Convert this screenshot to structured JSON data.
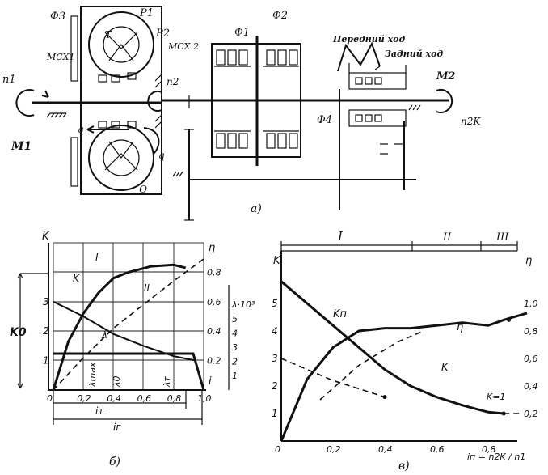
{
  "scheme": {
    "caption": "а)",
    "labels": {
      "f3": "Ф3",
      "p1": "Р1",
      "p2": "Р2",
      "t": "Т",
      "q": "Q",
      "mcx1": "МСХ1",
      "mcx2": "МСХ 2",
      "n1": "n1",
      "m1": "M1",
      "n2": "n2",
      "phi1": "Ф1",
      "phi2": "Ф2",
      "phi4": "Ф4",
      "q_left": "q",
      "q_right": "q",
      "forward": "Передний ход",
      "reverse": "Задний ход",
      "m2": "M2",
      "n2k": "n2K"
    }
  },
  "chart_data": [
    {
      "type": "line",
      "caption": "б)",
      "xlabel": "i",
      "ylabel_left": "K",
      "ylabel_left_sub": "K0",
      "ylabel_right": "η",
      "ylabel_lambda": "λ·10³",
      "x_ticks": [
        "0",
        "0,2",
        "0,4",
        "0,6",
        "0,8",
        "1,0"
      ],
      "k_ticks": [
        "1",
        "2",
        "3"
      ],
      "eta_ticks": [
        "0,2",
        "0,4",
        "0,6",
        "0,8"
      ],
      "lambda_ticks": [
        "1",
        "2",
        "3",
        "4",
        "5"
      ],
      "dim_labels": [
        "iт",
        "iг",
        "λmax",
        "λ0",
        "λт"
      ],
      "series": [
        {
          "name": "K",
          "style": "solid",
          "x": [
            0,
            0.2,
            0.4,
            0.6,
            0.8,
            0.95
          ],
          "y": [
            3.0,
            2.5,
            1.9,
            1.5,
            1.15,
            1.0
          ]
        },
        {
          "name": "I",
          "style": "solid",
          "x": [
            0,
            0.1,
            0.2,
            0.3,
            0.4,
            0.5,
            0.65,
            0.8,
            0.88
          ],
          "y": [
            0,
            0.33,
            0.52,
            0.66,
            0.76,
            0.8,
            0.84,
            0.85,
            0.83
          ]
        },
        {
          "name": "II",
          "style": "dashed",
          "x": [
            0,
            0.2,
            0.4,
            0.6,
            0.8,
            1.0
          ],
          "y": [
            0,
            0.22,
            0.42,
            0.58,
            0.74,
            0.89
          ]
        },
        {
          "name": "λ",
          "style": "solid",
          "x": [
            0,
            0.2,
            0.4,
            0.6,
            0.8,
            0.93,
            1.0
          ],
          "y": [
            1.0,
            1.0,
            0.95,
            0.9,
            0.82,
            0.6,
            0
          ]
        }
      ]
    },
    {
      "type": "line",
      "caption": "в)",
      "regions": [
        "I",
        "II",
        "III"
      ],
      "xlabel": "iп = n2K / n1",
      "ylabel_left": "K",
      "ylabel_right": "η",
      "x_ticks": [
        "0",
        "0,2",
        "0,4",
        "0,6",
        "0,8"
      ],
      "k_ticks": [
        "1",
        "2",
        "3",
        "4",
        "5"
      ],
      "eta_ticks": [
        "0,2",
        "0,4",
        "0,6",
        "0,8",
        "1,0"
      ],
      "annotation": "K=1",
      "series": [
        {
          "name": "Kп",
          "style": "solid",
          "x": [
            0,
            0.1,
            0.2,
            0.3,
            0.4,
            0.5,
            0.6,
            0.7,
            0.8,
            0.86
          ],
          "y": [
            5.8,
            5.0,
            4.2,
            3.4,
            2.6,
            2.0,
            1.6,
            1.3,
            1.05,
            1.0
          ]
        },
        {
          "name": "K",
          "style": "dashed",
          "x": [
            0,
            0.1,
            0.2,
            0.3,
            0.4
          ],
          "y": [
            3.0,
            2.6,
            2.2,
            1.9,
            1.6
          ]
        },
        {
          "name": "η",
          "style": "solid",
          "x": [
            0,
            0.1,
            0.2,
            0.3,
            0.4,
            0.5,
            0.6,
            0.7,
            0.8,
            0.86,
            0.95
          ],
          "y": [
            0,
            0.45,
            0.68,
            0.8,
            0.82,
            0.82,
            0.84,
            0.86,
            0.84,
            0.88,
            0.93
          ]
        },
        {
          "name": "η-dashed",
          "style": "dashed",
          "x": [
            0.15,
            0.3,
            0.45,
            0.55
          ],
          "y": [
            0.3,
            0.55,
            0.72,
            0.8
          ]
        }
      ]
    }
  ]
}
